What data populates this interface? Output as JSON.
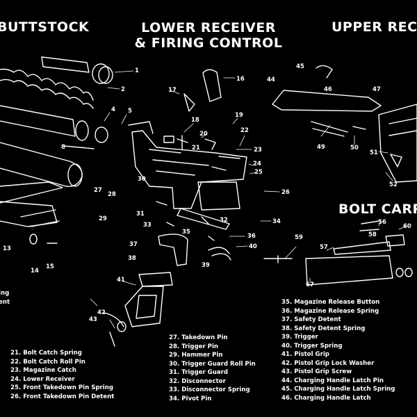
{
  "headings": {
    "buttstock": "BUTTSTOCK",
    "lower_line1": "LOWER RECEIVER",
    "lower_line2": "& FIRING CONTROL",
    "upper": "UPPER REC",
    "bolt": "BOLT CARR"
  },
  "left_fragment": [
    "ing",
    "ent"
  ],
  "legend_col1": [
    "21. Bolt Catch Spring",
    "22. Bolt Catch Roll Pin",
    "23. Magazine Catch",
    "24. Lower Receiver",
    "25. Front Takedown Pin Spring",
    "26. Front Takedown Pin Detent"
  ],
  "legend_col2": [
    "27. Takedown Pin",
    "28. Trigger Pin",
    "29. Hammer Pin",
    "30. Trigger Guard Roll Pin",
    "31. Trigger Guard",
    "32. Disconnector",
    "33. Disconnector Spring",
    "34. Pivot Pin"
  ],
  "legend_col3": [
    "35. Magazine Release Button",
    "36. Magazine Release Spring",
    "37. Safety Detent",
    "38. Safety Detent Spring",
    "39. Trigger",
    "40. Trigger Spring",
    "41. Pistol Grip",
    "42. Pistol Grip Lock Washer",
    "43. Pistol Grip Screw",
    "44. Charging Handle Latch Pin",
    "45. Charging Handle Latch Spring",
    "46. Charging Handle Latch"
  ],
  "callouts": [
    "1",
    "2",
    "4",
    "5",
    "8",
    "13",
    "14",
    "15",
    "16",
    "17",
    "18",
    "19",
    "20",
    "21",
    "22",
    "23",
    "24",
    "25",
    "26",
    "27",
    "28",
    "29",
    "30",
    "31",
    "32",
    "33",
    "34",
    "35",
    "36",
    "37",
    "38",
    "39",
    "40",
    "41",
    "42",
    "43",
    "44",
    "45",
    "46",
    "47",
    "49",
    "50",
    "51",
    "52",
    "56",
    "57",
    "58",
    "59",
    "60",
    "67"
  ],
  "colors": {
    "background": "#000000",
    "foreground": "#ffffff"
  }
}
